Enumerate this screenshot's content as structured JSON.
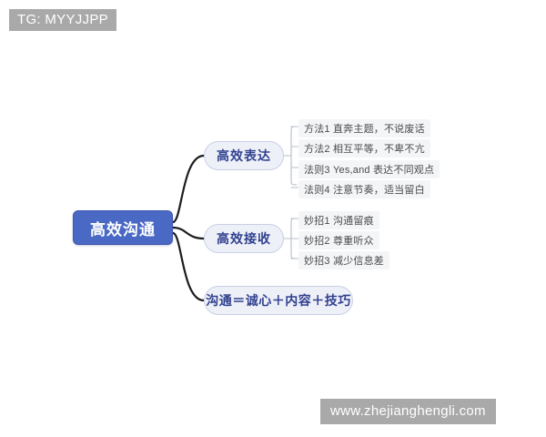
{
  "watermarks": {
    "top_left": "TG: MYYJJPP",
    "bottom_right": "www.zhejianghengli.com"
  },
  "colors": {
    "root_fill": "#4a69c4",
    "root_text": "#ffffff",
    "branch_fill": "#eef0f8",
    "branch_border": "#c9cfe6",
    "branch_text": "#31418f",
    "leaf_fill": "#f4f5f7",
    "leaf_text": "#4a4a4a",
    "main_connector": "#1c1c1c",
    "sub_connector": "#b9bcc9",
    "watermark_bg": "#a9a9a9",
    "background": "#ffffff"
  },
  "mindmap": {
    "root": {
      "label": "高效沟通"
    },
    "branches": [
      {
        "label": "高效表达",
        "children": [
          {
            "label": "方法1 直奔主题，不说废话"
          },
          {
            "label": "方法2 相互平等，不卑不亢"
          },
          {
            "label": "法则3  Yes,and 表达不同观点"
          },
          {
            "label": "法则4 注意节奏，适当留白"
          }
        ]
      },
      {
        "label": "高效接收",
        "children": [
          {
            "label": "妙招1 沟通留痕"
          },
          {
            "label": "妙招2 尊重听众"
          },
          {
            "label": "妙招3 减少信息差"
          }
        ]
      },
      {
        "label": "沟通＝诚心＋内容＋技巧",
        "children": []
      }
    ]
  }
}
